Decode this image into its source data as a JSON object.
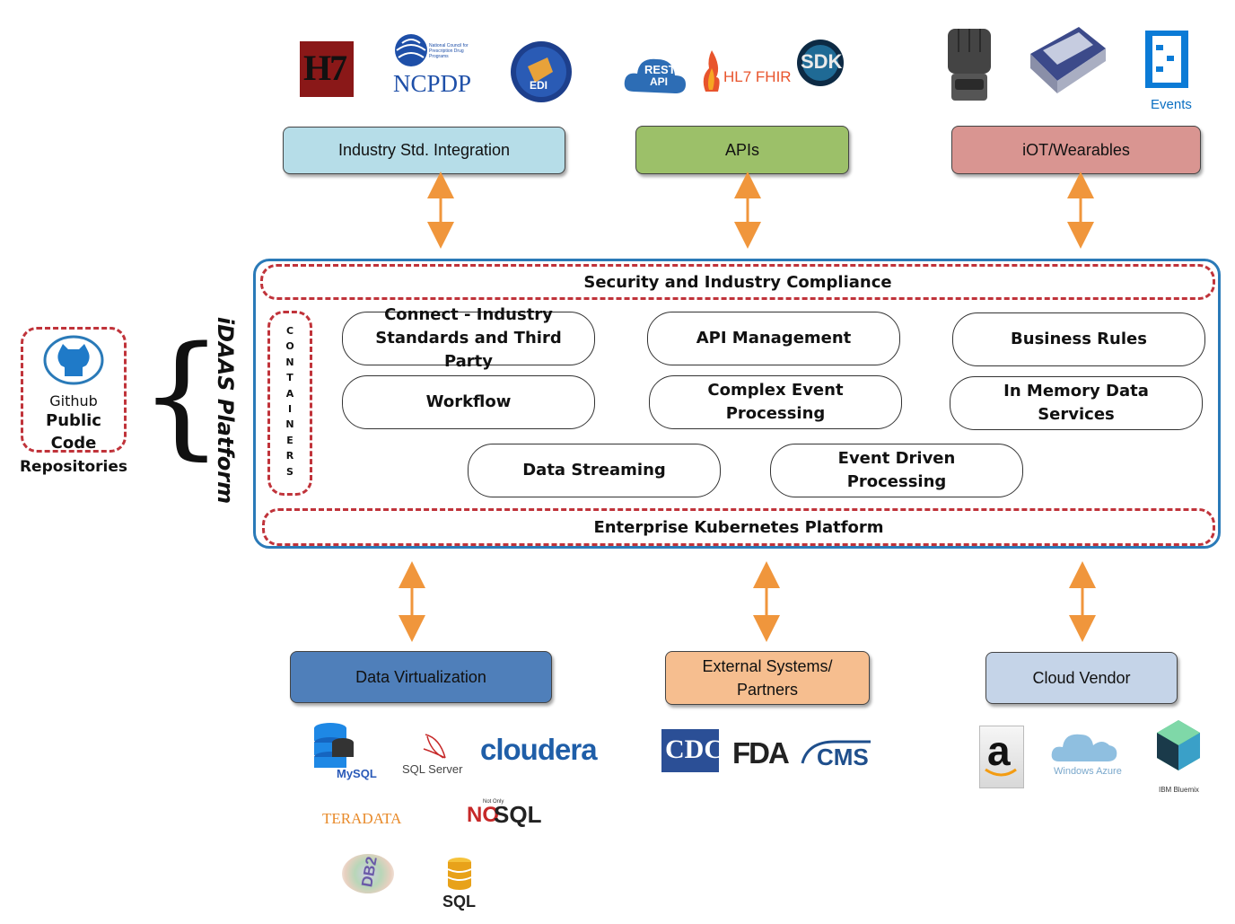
{
  "top_groups": [
    {
      "label": "Industry Std. Integration",
      "color": "#b6dde8",
      "logos": [
        "hl7-logo",
        "ncpdp-logo",
        "edi-logo"
      ]
    },
    {
      "label": "APIs",
      "color": "#9cc069",
      "logos": [
        "rest-api-cloud-logo",
        "hl7-fhir-logo",
        "sdk-logo"
      ]
    },
    {
      "label": "iOT/Wearables",
      "color": "#d99591",
      "logos": [
        "fist-wearable-icon",
        "hospital-bed-icon",
        "events-icon"
      ]
    }
  ],
  "logo_text": {
    "hl7": "H7",
    "ncpdp_small": "National Council for Prescription Drug Programs",
    "ncpdp": "NCPDP",
    "edi": "EDI",
    "rest": "REST",
    "api": "API",
    "fhir": "HL7 FHIR",
    "sdk": "SDK",
    "events": "Events",
    "mysql": "MySQL",
    "sqlserver": "SQL Server",
    "cloudera": "cloudera",
    "teradata": "TERADATA",
    "nosql_no": "NO",
    "nosql_sql": "SQL",
    "nosql_small": "Not Only",
    "db2": "DB2",
    "sql": "SQL",
    "cdc": "CDC",
    "fda": "FDA",
    "cms": "CMS",
    "amazon": "a",
    "azure": "Windows Azure",
    "bluemix": "IBM Bluemix"
  },
  "platform": {
    "title": "iDAAS Platform",
    "security": "Security and Industry Compliance",
    "kubernetes": "Enterprise Kubernetes Platform",
    "containers_letters": [
      "C",
      "O",
      "N",
      "T",
      "A",
      "I",
      "N",
      "E",
      "R",
      "S"
    ],
    "capabilities": {
      "connect": "Connect - Industry Standards and Third Party",
      "api_mgmt": "API Management",
      "business_rules": "Business Rules",
      "workflow": "Workflow",
      "cep": "Complex Event Processing",
      "in_memory": "In Memory Data Services",
      "streaming": "Data Streaming",
      "event_driven": "Event Driven Processing"
    }
  },
  "github": {
    "line1": "Github",
    "line2": "Public",
    "line3": "Code",
    "line4": "Repositories",
    "brace": "{"
  },
  "bottom_groups": [
    {
      "label": "Data Virtualization",
      "color": "#4f7fba"
    },
    {
      "label": "External Systems/ Partners",
      "color": "#f6be8f"
    },
    {
      "label": "Cloud Vendor",
      "color": "#c5d4e8"
    }
  ],
  "colors": {
    "arrow": "#f0963c",
    "platform_border": "#2a7ab8",
    "dashed": "#c0333a"
  }
}
